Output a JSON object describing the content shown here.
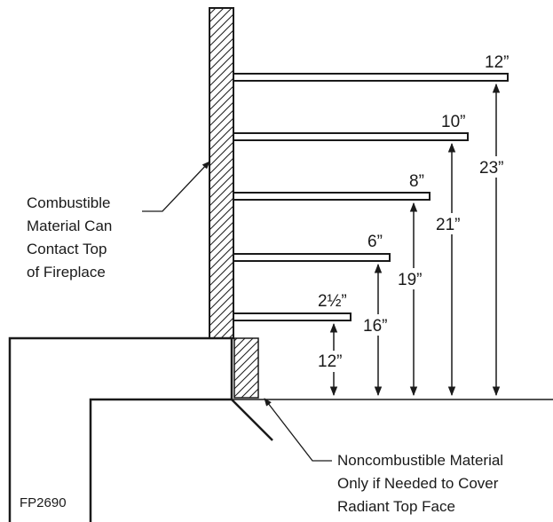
{
  "diagram": {
    "shelves": [
      {
        "depth_label": "12”",
        "height_label": "23”"
      },
      {
        "depth_label": "10”",
        "height_label": "21”"
      },
      {
        "depth_label": "8”",
        "height_label": "19”"
      },
      {
        "depth_label": "6”",
        "height_label": "16”"
      },
      {
        "depth_label": "2½”",
        "height_label": "12”"
      }
    ],
    "labels": {
      "combustible": [
        "Combustible",
        "Material Can",
        "Contact Top",
        "of Fireplace"
      ],
      "noncombustible": [
        "Noncombustible Material",
        "Only if Needed to Cover",
        "Radiant Top Face"
      ]
    },
    "figure_code": "FP2690",
    "colors": {
      "ink": "#1a1a1a",
      "background": "#ffffff"
    }
  }
}
